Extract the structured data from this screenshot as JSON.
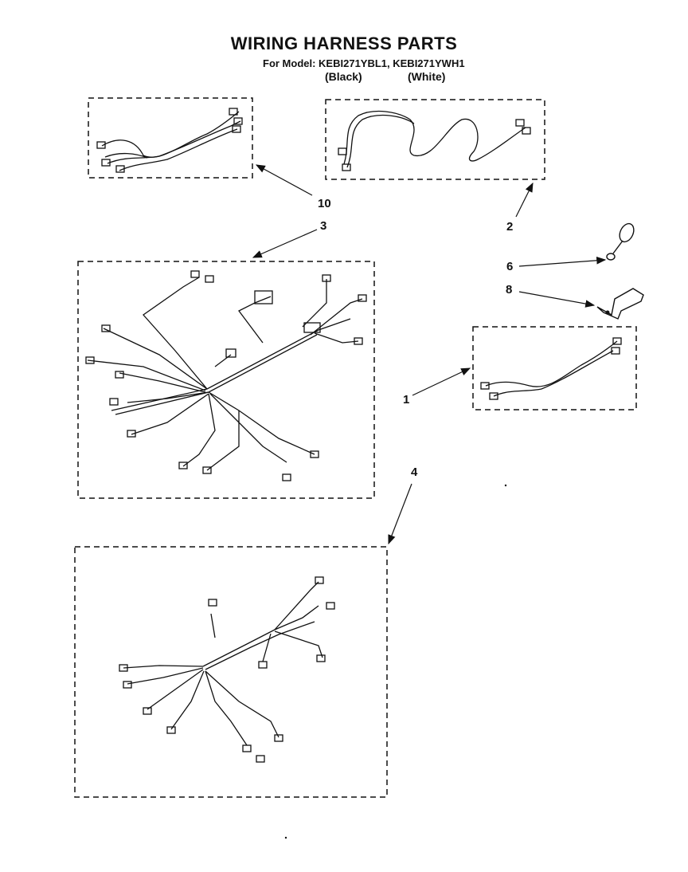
{
  "header": {
    "title": "WIRING HARNESS PARTS",
    "model_line": "For Model: KEBI271YBL1, KEBI271YWH1",
    "variant_black": "(Black)",
    "variant_white": "(White)"
  },
  "callouts": {
    "c1": "1",
    "c2": "2",
    "c3": "3",
    "c4": "4",
    "c6": "6",
    "c8": "8",
    "c10": "10"
  }
}
